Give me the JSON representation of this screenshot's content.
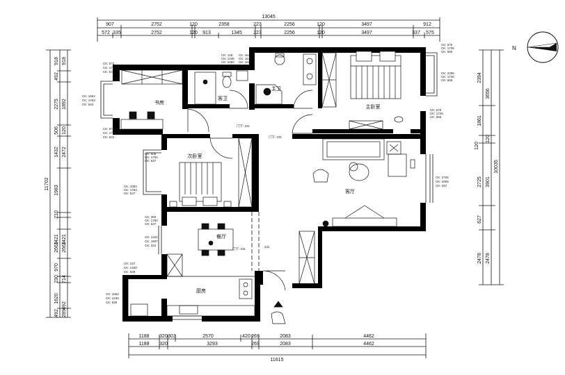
{
  "top_dimensions": {
    "overall": "13045",
    "row1": [
      "907",
      "2752",
      "120",
      "2358",
      "223",
      "2256",
      "120",
      "3497",
      "912"
    ],
    "row2": [
      "572",
      "335",
      "2752",
      "120",
      "913",
      "1345",
      "223",
      "2256",
      "120",
      "3497",
      "337",
      "575"
    ]
  },
  "bottom_dimensions": {
    "row1": [
      "1188",
      "320",
      "303",
      "2570",
      "420",
      "269",
      "2083",
      "4462"
    ],
    "row2": [
      "1188",
      "320",
      "3293",
      "269",
      "2083",
      "4462"
    ],
    "overall": "11615"
  },
  "left_dimensions": {
    "overall": "11702",
    "inner": [
      "918",
      "492",
      "2275",
      "506",
      "1432",
      "1983",
      "210",
      "1421",
      "2663",
      "970",
      "230",
      "1620",
      "492"
    ],
    "outer": [
      "918",
      "1892",
      "120",
      "2472",
      "1421",
      "2663",
      "714",
      "492",
      "289"
    ]
  },
  "right_dimensions": {
    "overall": "10035",
    "inner": [
      "2394",
      "1861",
      "2725",
      "627",
      "2478"
    ],
    "outer": [
      "3656",
      "3901",
      "2478"
    ],
    "small": [
      "120",
      "120"
    ]
  },
  "rooms": {
    "study": "书房",
    "guest_bath": "客卫",
    "master_bath": "主卫",
    "master_bedroom": "主卧室",
    "second_bedroom": "次卧室",
    "living_room": "客厅",
    "dining_room": "餐厅",
    "kitchen": "厨房"
  },
  "compass": {
    "label": "N"
  },
  "window_notes": {
    "study": [
      "CK: 572",
      "CK: 1760",
      "CK: 542"
    ],
    "study_bay": [
      "CK: 1662",
      "CK: 1763",
      "CK: 542"
    ],
    "guest_bath": [
      "CK: 148",
      "CK: 1346",
      "CK: 1082"
    ],
    "master_bath": [
      "CK: 454",
      "CK: 1541",
      "CK: 1022"
    ],
    "master_bed_top": [
      "CK: 575",
      "CK: 1726",
      "CK: 566"
    ],
    "master_bed_side": [
      "CK: 2295",
      "CK: 1726",
      "CK: 556"
    ],
    "master_bed_low": [
      "CK: 575",
      "CK: 1726",
      "CK: 556"
    ],
    "second_bed": [
      "CK: 908",
      "CK: 1761",
      "CK: 537"
    ],
    "second_bed_bay": [
      "CK: 1083",
      "CK: 1763",
      "CK: 537"
    ],
    "second_bed_low": [
      "CK: 360",
      "CK: 1760",
      "CK: 537"
    ],
    "living": [
      "CK: 2726",
      "CK: 2006",
      "CK: 297"
    ],
    "dining": [
      "CK: 1421",
      "CK: 1907",
      "CK: 322"
    ],
    "kitchen_top": [
      "CK: 237",
      "CK: 1340",
      "CK: 939"
    ],
    "kitchen_low": [
      "CK: 1662",
      "CK: 1340",
      "CK: 939"
    ],
    "door_a": "门下: 231",
    "door_b": "门下: 231",
    "door_c": "门下: 231",
    "door_d": "231"
  }
}
